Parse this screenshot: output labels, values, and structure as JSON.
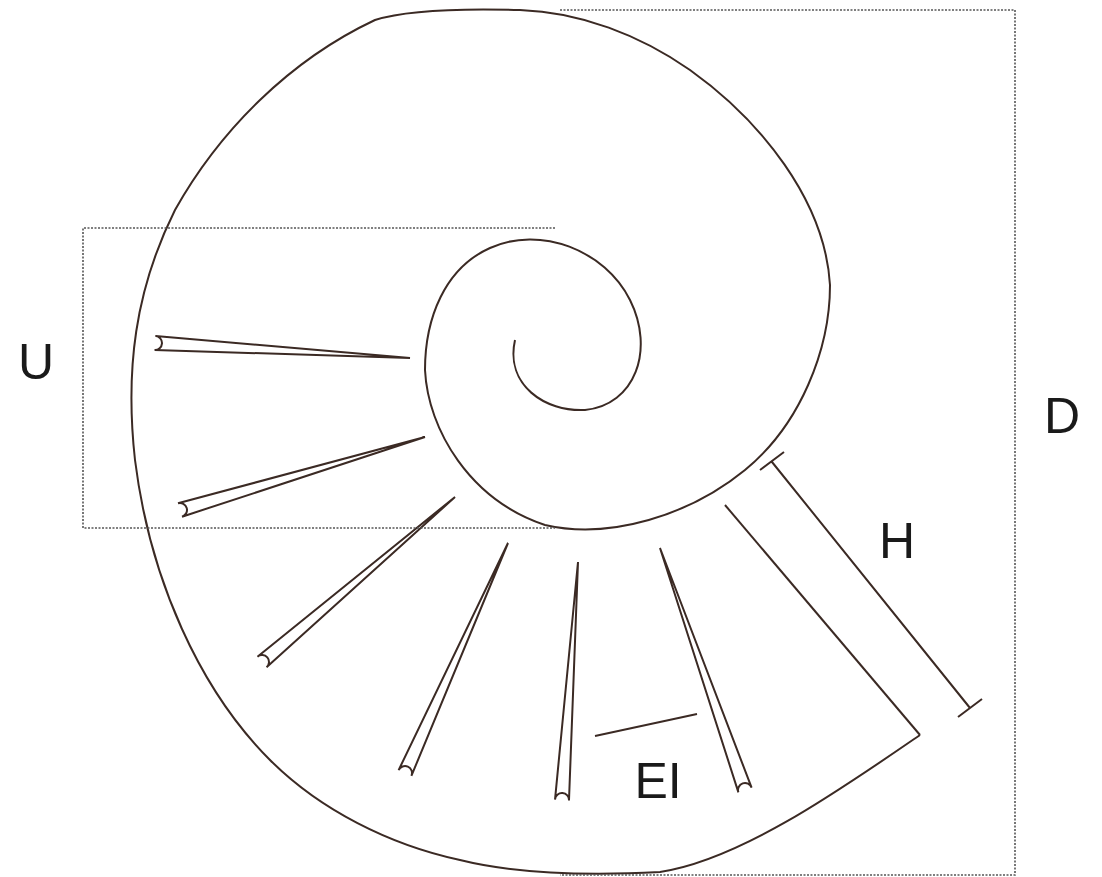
{
  "diagram": {
    "labels": [
      "U",
      "D",
      "H",
      "EI"
    ]
  }
}
